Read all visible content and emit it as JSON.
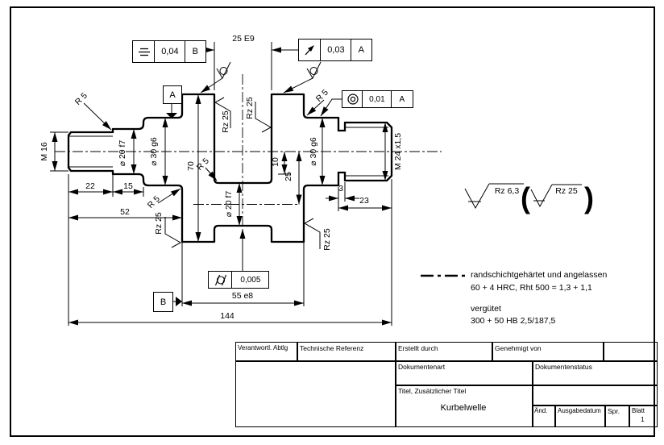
{
  "frames": {
    "symmetry": {
      "value": "0,04",
      "datum": "B"
    },
    "runout": {
      "value": "0,03",
      "datum": "A"
    },
    "concentricity": {
      "value": "0,01",
      "datum": "A"
    },
    "cylindricity": {
      "value": "0,005"
    }
  },
  "datums": {
    "a": "A",
    "b": "B"
  },
  "dims": {
    "m16": "M 16",
    "d20f7_left": "⌀ 20 f7",
    "d30g6_left": "⌀ 30 g6",
    "d70": "70",
    "d22": "22",
    "d15": "15",
    "d52": "52",
    "d144": "144",
    "d55e8": "55 e8",
    "d25e9": "25 E9",
    "pin_d20f7": "⌀ 20 f7",
    "d10": "10",
    "d25": "25",
    "d30g6_right": "⌀ 30 g6",
    "m24": "M 24 x1,5",
    "d23": "23",
    "d3": "3",
    "r5": "R 5",
    "rz25": "Rz 25"
  },
  "surface_general": {
    "primary": "Rz 6,3",
    "secondary": "Rz 25",
    "paren_open": "(",
    "paren_close": ")"
  },
  "notes": {
    "line1": "randschichtgehärtet und angelassen",
    "line2": "60 + 4 HRC, Rht 500 = 1,3 + 1,1",
    "line3": "vergütet",
    "line4": "300 + 50 HB 2,5/187,5"
  },
  "title_block": {
    "responsible_dept": "Verantwortl. Abtlg",
    "technical_reference": "Technische Referenz",
    "created_by": "Erstellt durch",
    "approved_by": "Genehmigt von",
    "document_type": "Dokumentenart",
    "document_status": "Dokumentenstatus",
    "title_label": "Titel, Zusätzlicher Titel",
    "title": "Kurbelwelle",
    "rev": "Änd.",
    "issue_date": "Ausgabedatum",
    "lang": "Spr.",
    "sheet": "Blatt",
    "sheet_no": "1"
  },
  "colors": {
    "line": "#000000",
    "background": "#ffffff"
  }
}
